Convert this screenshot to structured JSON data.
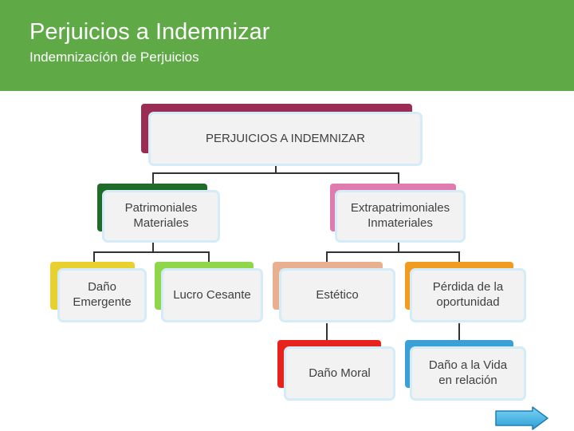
{
  "slide": {
    "title": "Perjuicios a Indemnizar",
    "subtitle": "Indemnizacíón de Perjuicios"
  },
  "diagram": {
    "root": {
      "label": "PERJUICIOS A INDEMNIZAR",
      "color": "#9b2d55"
    },
    "patrimoniales": {
      "line1": "Patrimoniales",
      "line2": "Materiales",
      "color": "#1e6b2a"
    },
    "extrapatrimoniales": {
      "line1": "Extrapatrimoniales",
      "line2": "Inmateriales",
      "color": "#e07bb0"
    },
    "dano_emergente": {
      "line1": "Daño",
      "line2": "Emergente",
      "color": "#e8d02e"
    },
    "lucro_cesante": {
      "label": "Lucro Cesante",
      "color": "#8fd64a"
    },
    "estetico": {
      "label": "Estético",
      "color": "#e8b08e"
    },
    "perdida_oportunidad": {
      "line1": "Pérdida de la",
      "line2": "oportunidad",
      "color": "#f29c1f"
    },
    "dano_moral": {
      "label": "Daño Moral",
      "color": "#e8231e"
    },
    "dano_vida": {
      "line1": "Daño a la Vida",
      "line2": "en relación",
      "color": "#3aa0d6"
    }
  },
  "navigation": {
    "next_icon": "right-arrow-icon",
    "color": "#3db4e6"
  }
}
